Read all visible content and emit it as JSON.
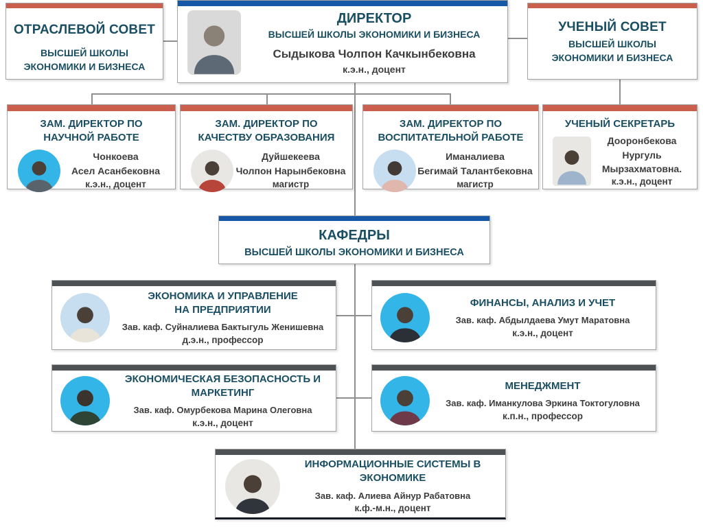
{
  "colors": {
    "accent_red": "#c95f4c",
    "accent_blue": "#1657a7",
    "accent_gray": "#4e5254",
    "title_text": "#1a4e63",
    "body_text": "#3d3d3d",
    "line": "#8f8f8f",
    "avatar_cyan": "#33b5e8",
    "avatar_light": "#e9e7e3",
    "avatar_bluelight": "#c7ddf0",
    "avatar_gray": "#d9d9d9"
  },
  "nodes": {
    "sector_council": {
      "title": "ОТРАСЛЕВОЙ СОВЕТ",
      "subtitle": "ВЫСШЕЙ ШКОЛЫ\nЭКОНОМИКИ И БИЗНЕСА"
    },
    "director": {
      "title": "ДИРЕКТОР",
      "subtitle": "ВЫСШЕЙ ШКОЛЫ ЭКОНОМИКИ И БИЗНЕСА",
      "name": "Сыдыкова Чолпон Качкынбековна",
      "degree": "к.э.н., доцент"
    },
    "academic_council": {
      "title": "УЧЕНЫЙ СОВЕТ",
      "subtitle": "ВЫСШЕЙ ШКОЛЫ\nЭКОНОМИКИ И БИЗНЕСА"
    },
    "deputy_science": {
      "title": "ЗАМ. ДИРЕКТОР ПО\nНАУЧНОЙ РАБОТЕ",
      "name": "Чонкоева\nАсел Асанбековна",
      "degree": "к.э.н., доцент"
    },
    "deputy_quality": {
      "title": "ЗАМ. ДИРЕКТОР ПО\nКАЧЕСТВУ ОБРАЗОВАНИЯ",
      "name": "Дуйшекеева\nЧолпон Нарынбековна",
      "degree": "магистр"
    },
    "deputy_upbringing": {
      "title": "ЗАМ. ДИРЕКТОР ПО\nВОСПИТАТЕЛЬНОЙ РАБОТЕ",
      "name": "Иманалиева\nБегимай Талантбековна",
      "degree": "магистр"
    },
    "secretary": {
      "title": "УЧЕНЫЙ СЕКРЕТАРЬ",
      "name": "Дооронбекова\nНургуль\nМырзахматовна.",
      "degree": "к.э.н., доцент"
    },
    "departments_header": {
      "title": "КАФЕДРЫ",
      "subtitle": "ВЫСШЕЙ ШКОЛЫ ЭКОНОМИКИ И БИЗНЕСА"
    },
    "dept_economics": {
      "title": "ЭКОНОМИКА И УПРАВЛЕНИЕ\nНА ПРЕДПРИЯТИИ",
      "head": "Зав. каф. Суйналиева Бактыгуль Женишевна",
      "degree": "д.э.н., профессор"
    },
    "dept_finance": {
      "title": "ФИНАНСЫ, АНАЛИЗ И УЧЕТ",
      "head": "Зав. каф. Абдылдаева Умут Маратовна",
      "degree": "к.э.н., доцент"
    },
    "dept_security": {
      "title": "ЭКОНОМИЧЕСКАЯ БЕЗОПАСНОСТЬ И\nМАРКЕТИНГ",
      "head": "Зав. каф. Омурбекова Марина Олеговна",
      "degree": "к.э.н., доцент"
    },
    "dept_management": {
      "title": "МЕНЕДЖМЕНТ",
      "head": "Зав. каф. Иманкулова Эркина Токтогуловна",
      "degree": "к.п.н., профессор"
    },
    "dept_infosystems": {
      "title": "ИНФОРМАЦИОННЫЕ СИСТЕМЫ В\nЭКОНОМИКЕ",
      "head": "Зав. каф. Алиева Айнур Рабатовна",
      "degree": "к.ф.-м.н., доцент"
    }
  }
}
